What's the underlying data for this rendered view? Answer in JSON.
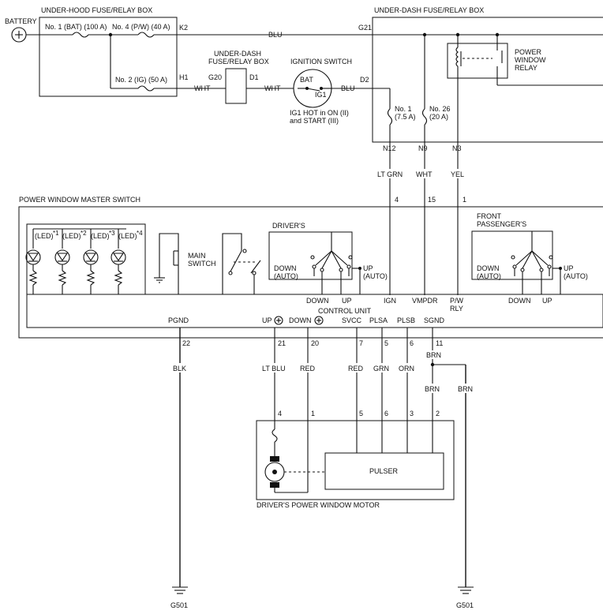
{
  "battery": {
    "label": "BATTERY"
  },
  "underhood": {
    "title": "UNDER-HOOD FUSE/RELAY BOX",
    "fuse1": "No. 1 (BAT) (100 A)",
    "fuse4": "No. 4 (P/W) (40 A)",
    "fuse2": "No. 2 (IG) (50 A)",
    "k2": "K2",
    "h1": "H1"
  },
  "underdash_mid": {
    "title1": "UNDER-DASH",
    "title2": "FUSE/RELAY BOX",
    "g20": "G20",
    "d1": "D1"
  },
  "ignition": {
    "title": "IGNITION SWITCH",
    "bat": "BAT",
    "ig1": "IG1",
    "note1": "IG1 HOT in ON (II)",
    "note2": "and START (III)",
    "d2": "D2"
  },
  "underdash": {
    "title": "UNDER-DASH FUSE/RELAY BOX",
    "g21": "G21",
    "fuse1_a": "No. 1",
    "fuse1_b": "(7.5 A)",
    "fuse26_a": "No. 26",
    "fuse26_b": "(20 A)",
    "relay1": "POWER",
    "relay2": "WINDOW",
    "relay3": "RELAY",
    "n12": "N12",
    "n9": "N9",
    "n3": "N3"
  },
  "wires": {
    "blu_top": "BLU",
    "wht1": "WHT",
    "wht2": "WHT",
    "blu_ig": "BLU",
    "lt_grn": "LT GRN",
    "wht_n9": "WHT",
    "yel": "YEL",
    "blk": "BLK",
    "lt_blu": "LT BLU",
    "red1": "RED",
    "red2": "RED",
    "grn": "GRN",
    "orn": "ORN",
    "brn1": "BRN",
    "brn2": "BRN",
    "brn3": "BRN"
  },
  "pins_top": {
    "p4": "4",
    "p15": "15",
    "p1": "1"
  },
  "master": {
    "title": "POWER WINDOW MASTER SWITCH",
    "led1": "(LED)",
    "led1_sup": "*1",
    "led2": "(LED)",
    "led2_sup": "*2",
    "led3": "(LED)",
    "led3_sup": "*3",
    "led4": "(LED)",
    "led4_sup": "*4",
    "main1": "MAIN",
    "main2": "SWITCH",
    "drivers": "DRIVER'S",
    "d_down1": "DOWN",
    "d_down2": "(AUTO)",
    "d_up1": "UP",
    "d_up2": "(AUTO)",
    "front1": "FRONT",
    "front2": "PASSENGER'S",
    "p_down1": "DOWN",
    "p_down2": "(AUTO)",
    "p_up1": "UP",
    "p_up2": "(AUTO)",
    "lbl_down_d": "DOWN",
    "lbl_up_d": "UP",
    "lbl_ign": "IGN",
    "lbl_vmpdr": "VMPDR",
    "lbl_pw1": "P/W",
    "lbl_pw2": "RLY",
    "lbl_down_p": "DOWN",
    "lbl_up_p": "UP",
    "control_unit": "CONTROL UNIT",
    "pgnd": "PGND",
    "up_label": "UP",
    "down_label": "DOWN",
    "svcc": "SVCC",
    "plsa": "PLSA",
    "plsb": "PLSB",
    "sgnd": "SGND"
  },
  "pins_bottom": {
    "p22": "22",
    "p21": "21",
    "p20": "20",
    "p7": "7",
    "p5": "5",
    "p6": "6",
    "p11": "11"
  },
  "motor": {
    "title": "DRIVER'S POWER WINDOW MOTOR",
    "pulser": "PULSER",
    "p4": "4",
    "p1": "1",
    "p5": "5",
    "p6": "6",
    "p3": "3",
    "p2": "2"
  },
  "grounds": {
    "g501a": "G501",
    "g501b": "G501"
  }
}
